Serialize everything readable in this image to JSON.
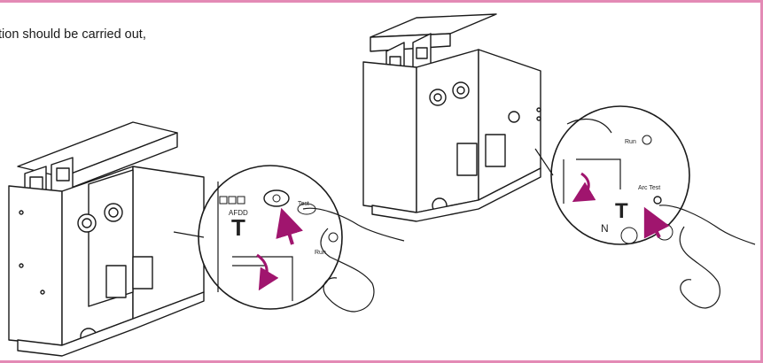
{
  "caption": "tion should be carried out,",
  "left_detail": {
    "afdd_label": "AFDD",
    "test_label": "Test",
    "run_label": "Run",
    "t_mark": "T"
  },
  "right_detail": {
    "run_label": "Run",
    "arc_test_label": "Arc Test",
    "t_mark": "T",
    "n_label": "N"
  },
  "colors": {
    "border": "#e38ab5",
    "arrow": "#a0156e",
    "line": "#1a1a1a"
  }
}
